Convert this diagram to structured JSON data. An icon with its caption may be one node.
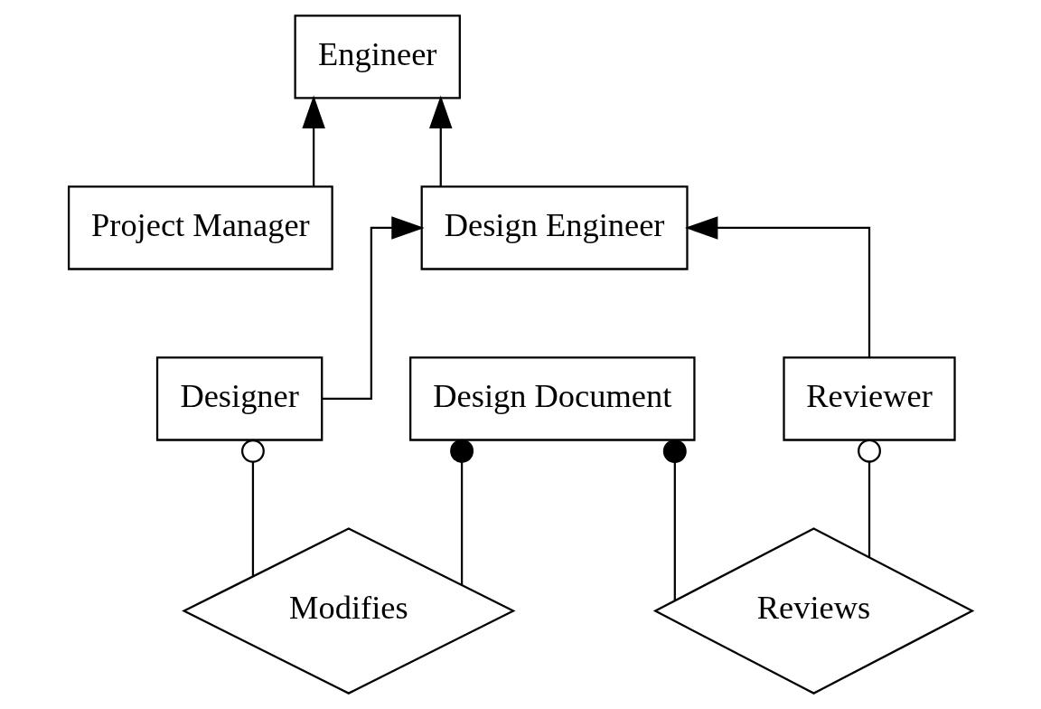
{
  "diagram": {
    "nodes": [
      {
        "text": [
          "Engineer"
        ]
      },
      {
        "text": [
          "Design Document"
        ]
      },
      {
        "text": [
          "Project Manager"
        ]
      },
      {
        "text": [
          "Design Engineer"
        ]
      },
      {
        "text": [
          "Designer"
        ]
      },
      {
        "text": [
          "Reviewer"
        ]
      },
      {
        "text": [
          "Reviews"
        ]
      },
      {
        "text": [
          "Modifies"
        ]
      }
    ],
    "edges": [
      {
        "from": 2,
        "to": 0,
        "arrow": "to"
      },
      {
        "from": 3,
        "to": 0,
        "arrow": "to"
      },
      {
        "from": 4,
        "to": 3,
        "arrow": "to"
      },
      {
        "from": 5,
        "to": 3,
        "arrow": "to"
      },
      {
        "from": 6,
        "to": 5,
        "arrow": "other"
      },
      {
        "from": 6,
        "to": 1,
        "arrow": "other"
      },
      {
        "from": 7,
        "to": 4,
        "arrow": "other"
      },
      {
        "from": 7,
        "to": 1,
        "arrow": "other"
      }
    ]
  }
}
